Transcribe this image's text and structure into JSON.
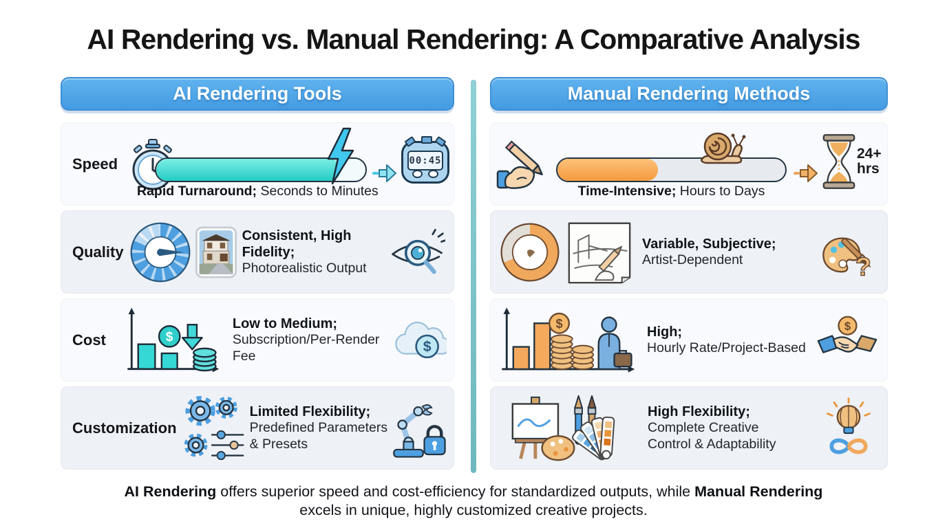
{
  "title": "AI Rendering vs. Manual Rendering: A Comparative Analysis",
  "headers": {
    "left": "AI Rendering Tools",
    "right": "Manual Rendering Methods"
  },
  "rows": [
    {
      "label": "Speed",
      "left": {
        "bold": "Rapid Turnaround;",
        "text": " Seconds to Minutes",
        "timer": "00:45",
        "fill_width": "88%"
      },
      "right": {
        "bold": "Time-Intensive;",
        "text": " Hours to Days",
        "duration": "24+",
        "duration_unit": "hrs",
        "fill_width": "44%"
      }
    },
    {
      "label": "Quality",
      "left": {
        "bold": "Consistent, High Fidelity;",
        "text": "Photorealistic Output"
      },
      "right": {
        "bold": "Variable, Subjective;",
        "text": "Artist-Dependent"
      }
    },
    {
      "label": "Cost",
      "left": {
        "bold": "Low to Medium;",
        "text": "Subscription/Per-Render Fee"
      },
      "right": {
        "bold": "High;",
        "text": "Hourly Rate/Project-Based"
      }
    },
    {
      "label": "Customization",
      "left": {
        "bold": "Limited Flexibility;",
        "text": "Predefined Parameters & Presets"
      },
      "right": {
        "bold": "High Flexibility;",
        "text": "Complete Creative Control & Adaptability"
      }
    }
  ],
  "footer": {
    "bold1": "AI Rendering",
    "text1": " offers superior speed and cost-efficiency for standardized outputs, while ",
    "bold2": "Manual Rendering",
    "text2": " excels in unique, highly customized creative projects."
  },
  "icons": {
    "dollar": "$",
    "question": "?",
    "ai_side": [
      "analog-stopwatch",
      "progress-bar",
      "lightning-bolt",
      "arrow-right",
      "digital-stopwatch",
      "speed-gauge",
      "house-render-photo",
      "eye-magnifier",
      "cost-bar-chart",
      "coin-stack",
      "cloud-dollar",
      "gears-sliders",
      "robot-arm-padlock"
    ],
    "manual_side": [
      "hand-pencil",
      "progress-bar",
      "snail",
      "arrow-right",
      "hourglass",
      "speed-gauge",
      "hand-sketch",
      "palette-question",
      "cost-bar-chart",
      "coin-stacks",
      "businessman",
      "handshake-dollar",
      "easel-palette-swatches",
      "bulb-infinity"
    ]
  },
  "colors": {
    "header_blue": "#4aa3e8",
    "divider_teal": "#7ac3c9",
    "ai_accent": "#2ed8d2",
    "manual_accent": "#f5a04c"
  }
}
